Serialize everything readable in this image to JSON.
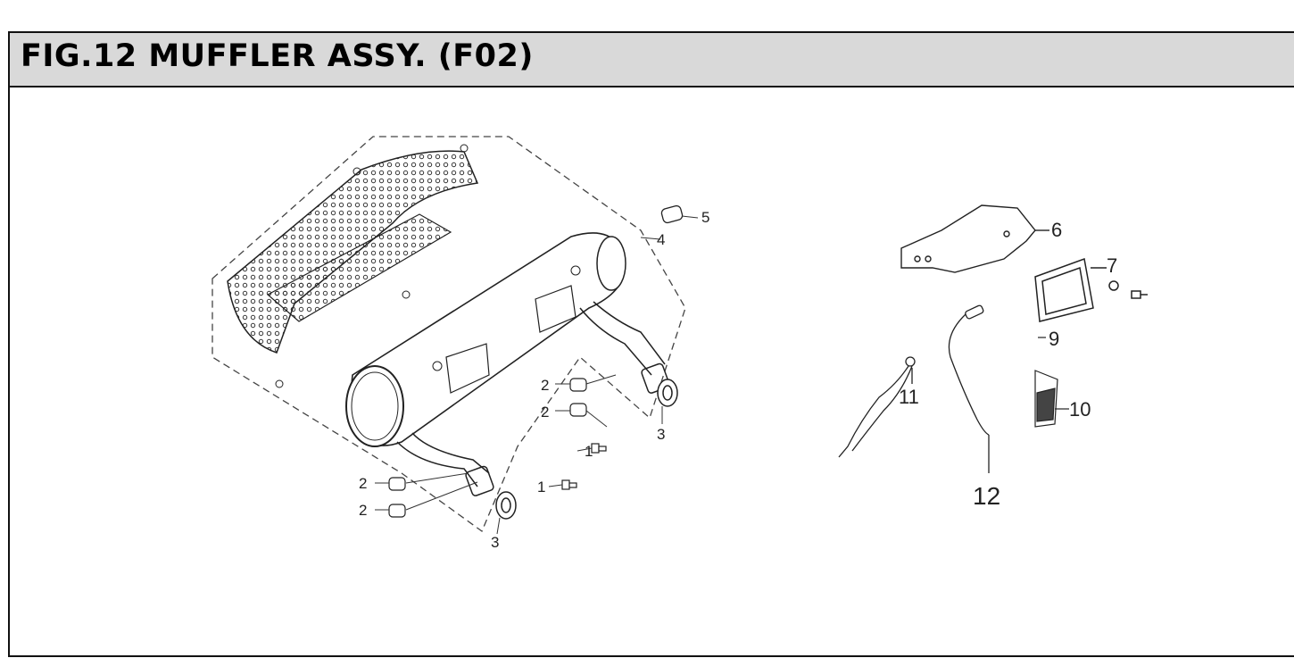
{
  "header": {
    "title": "FIG.12 MUFFLER ASSY.  (F02)"
  },
  "callouts": {
    "c1a": "1",
    "c1b": "1",
    "c2a": "2",
    "c2b": "2",
    "c2c": "2",
    "c2d": "2",
    "c3a": "3",
    "c3b": "3",
    "c4": "4",
    "c5": "5",
    "c6": "6",
    "c7": "7",
    "c9": "9",
    "c10": "10",
    "c11": "11",
    "c12": "12"
  },
  "colors": {
    "header_bg": "#d9d9d9",
    "line": "#222222"
  }
}
